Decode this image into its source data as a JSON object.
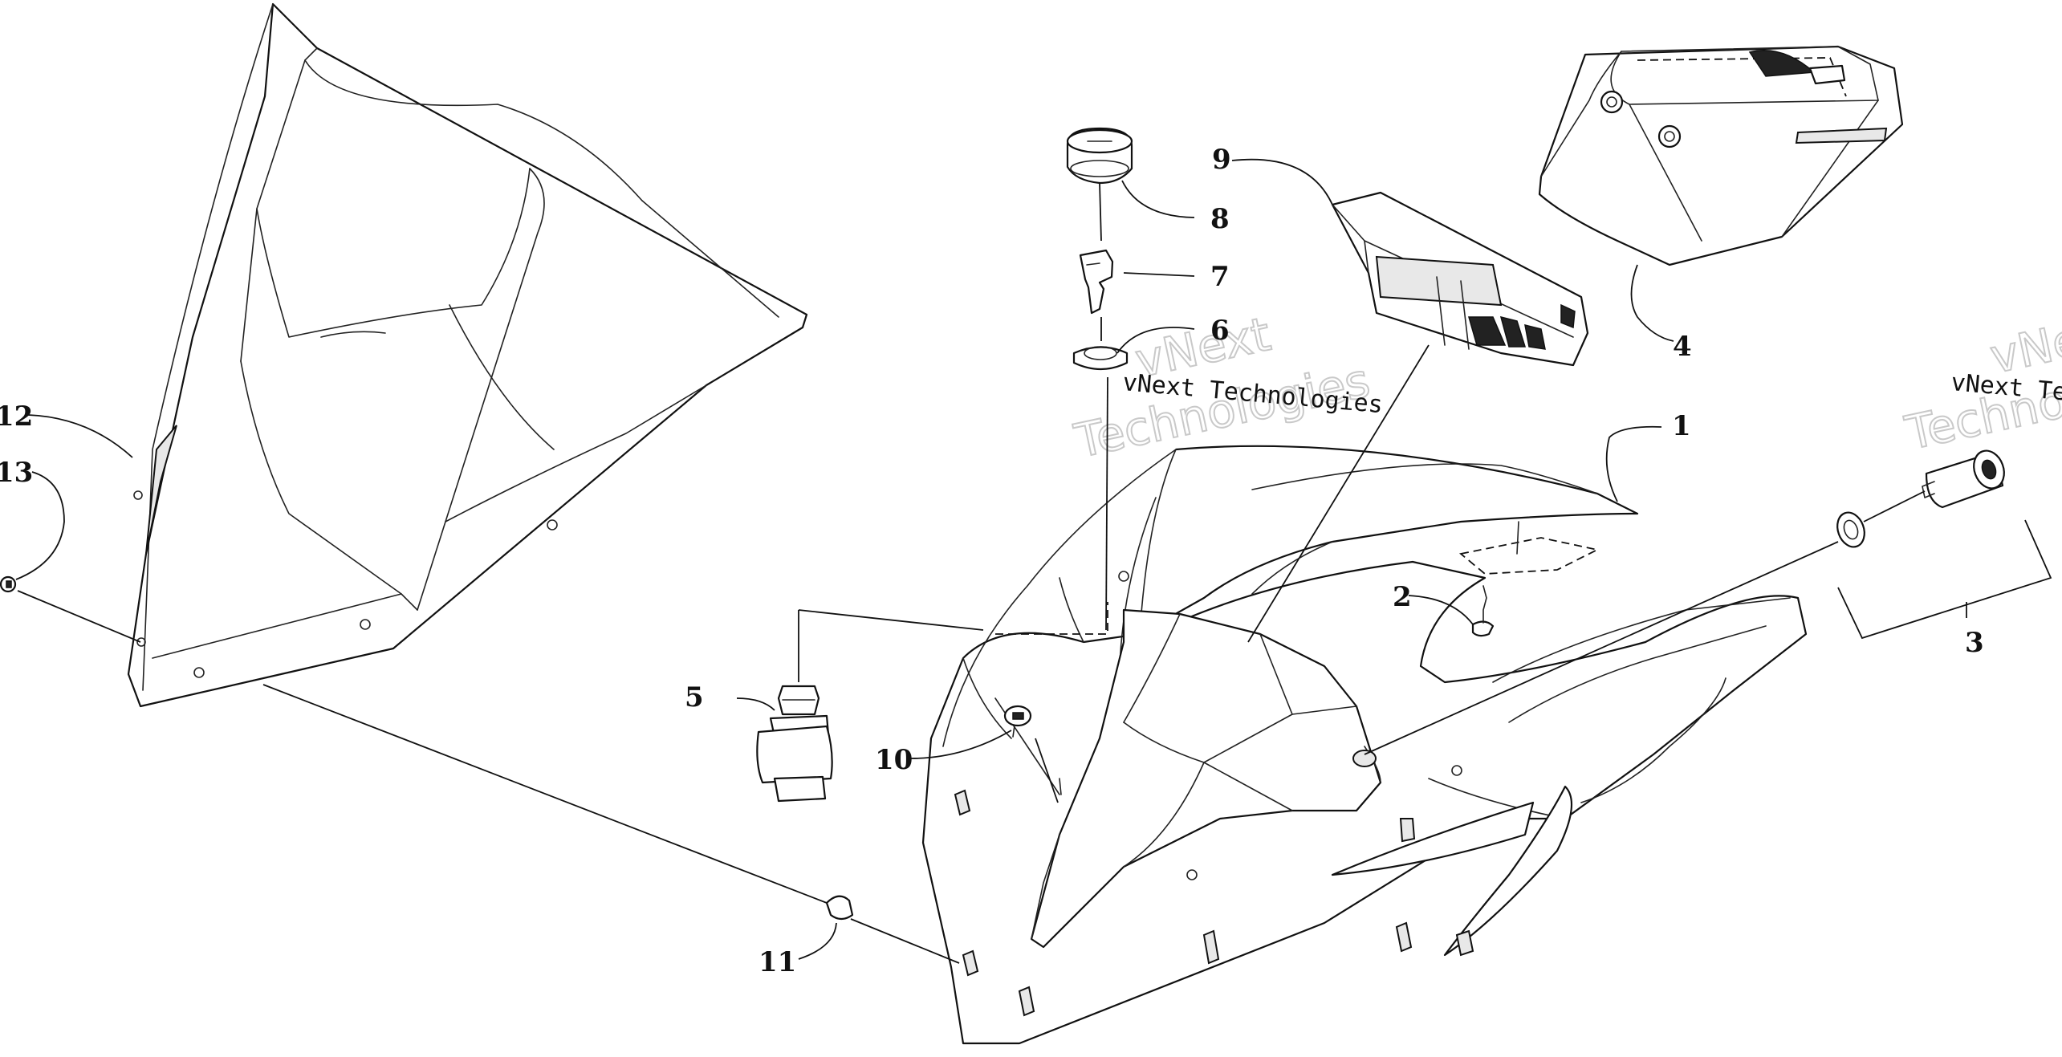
{
  "diagram": {
    "callouts": [
      "1",
      "2",
      "3",
      "4",
      "5",
      "6",
      "7",
      "8",
      "9",
      "10",
      "11",
      "12",
      "13"
    ],
    "watermark": {
      "brand_small": "vNext",
      "brand_large": "Technologies",
      "line": "vNext Technologies"
    }
  }
}
